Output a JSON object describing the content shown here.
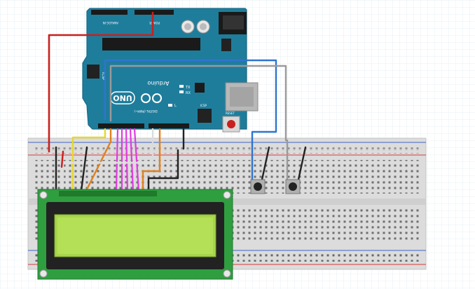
{
  "colors": {
    "board": "#1f7d9c",
    "board_edge": "#176a86",
    "breadboard": "#dcdcdc",
    "rail_red": "#d43a3a",
    "rail_blue": "#3e63c8",
    "lcd_pcb": "#2f9e3f",
    "lcd_screen": "#a6d64a",
    "lcd_bezel": "#222222"
  },
  "arduino": {
    "brand": "Arduino",
    "model": "UNO",
    "header_analog": "ANALOG IN",
    "header_power": "POWER",
    "label_digital": "DIGITAL (PWM~)",
    "label_tx": "TX",
    "label_rx": "RX",
    "label_l": "L",
    "label_icsp": "ICSP",
    "label_icsp2": "ICSP",
    "label_reset": "RESET",
    "label_on": "ON"
  },
  "wires": [
    {
      "name": "wire-5v-red",
      "color": "#c8201e"
    },
    {
      "name": "wire-gnd-black",
      "color": "#222222"
    },
    {
      "name": "wire-yellow",
      "color": "#e6d82a"
    },
    {
      "name": "wire-orange",
      "color": "#e0801e"
    },
    {
      "name": "wire-magenta",
      "color": "#e13be0"
    },
    {
      "name": "wire-white",
      "color": "#e8e8e8"
    },
    {
      "name": "wire-blue",
      "color": "#2f74d0"
    },
    {
      "name": "wire-gray",
      "color": "#9a9a9a"
    }
  ],
  "components": {
    "lcd": "lcd-16x2",
    "buttons": [
      "pushbutton-1",
      "pushbutton-2"
    ]
  }
}
